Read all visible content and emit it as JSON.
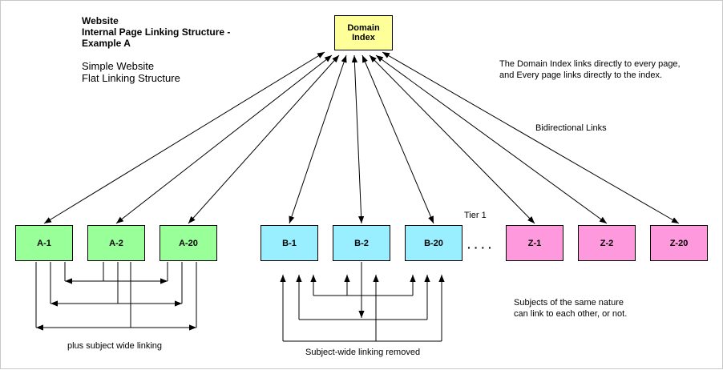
{
  "title_lines": [
    "Website",
    "Internal Page Linking Structure -",
    "Example A"
  ],
  "subtitle_lines": [
    "Simple Website",
    "Flat Linking Structure"
  ],
  "index_node": {
    "label_lines": [
      "Domain",
      "Index"
    ]
  },
  "notes": {
    "index_explanation": [
      "The Domain Index links directly to every page,",
      "and Every page links directly to the index."
    ],
    "bidirectional": "Bidirectional Links",
    "tier": "Tier 1",
    "subjects": [
      "Subjects of the same nature",
      "can link to each other, or not."
    ],
    "a_group": "plus subject wide linking",
    "b_group": "Subject-wide linking removed"
  },
  "ellipsis": "····",
  "pages": [
    {
      "label": "A-1",
      "color": "#99ff99"
    },
    {
      "label": "A-2",
      "color": "#99ff99"
    },
    {
      "label": "A-20",
      "color": "#99ff99"
    },
    {
      "label": "B-1",
      "color": "#99eeff"
    },
    {
      "label": "B-2",
      "color": "#99eeff"
    },
    {
      "label": "B-20",
      "color": "#99eeff"
    },
    {
      "label": "Z-1",
      "color": "#ff99dd"
    },
    {
      "label": "Z-2",
      "color": "#ff99dd"
    },
    {
      "label": "Z-20",
      "color": "#ff99dd"
    }
  ],
  "colors": {
    "index_fill": "#ffff99",
    "line": "#000000"
  }
}
